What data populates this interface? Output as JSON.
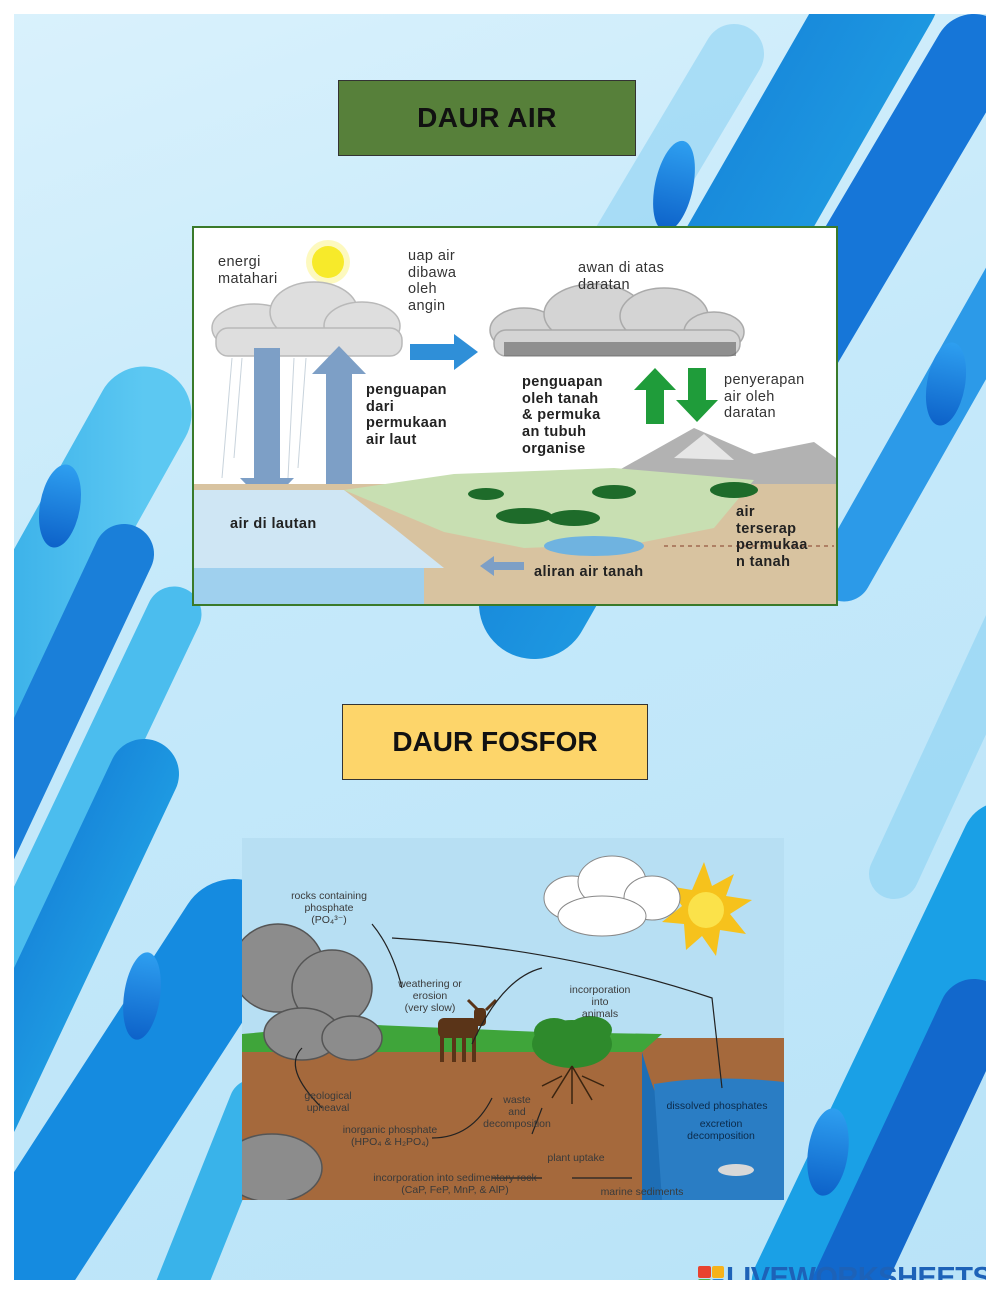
{
  "colors": {
    "title1_bg": "#57803a",
    "title2_bg": "#fdd56a",
    "page_bg": "#c5e9fa",
    "decor_blue": "#1b8fe0",
    "logo_blue": "#1d62b8"
  },
  "title1": "DAUR  AIR",
  "title2": "DAUR FOSFOR",
  "water_cycle": {
    "labels": {
      "energi": "energi\nmatahari",
      "uap": "uap air\ndibawa\noleh\nangin",
      "awan": "awan di atas\ndaratan",
      "penguapan_laut": "penguapan\ndari\npermukaan\nair laut",
      "penguapan_tanah": "penguapan\noleh tanah\n& permuka\nan tubuh\norganise",
      "penyerapan": "penyerapan\nair oleh\ndaratan",
      "air_lautan": "air di lautan",
      "terserap": "air\nterserap\npermukaa\nn tanah",
      "aliran": "aliran air tanah"
    }
  },
  "phosphorus_cycle": {
    "labels": {
      "rocks": "rocks containing\nphosphate\n(PO₄³⁻)",
      "weathering": "weathering or\nerosion\n(very slow)",
      "incorporation_animals": "incorporation\ninto\nanimals",
      "geological": "geological\nupheaval",
      "inorganic": "inorganic phosphate\n(HPO₄ & H₂PO₄)",
      "waste": "waste\nand\ndecomposition",
      "plant_uptake": "plant uptake",
      "dissolved": "dissolved phosphates",
      "excretion": "excretion\ndecomposition",
      "sedimentary": "incorporation into sedimentary rock\n(CaP, FeP, MnP, & AlP)",
      "marine": "marine sediments"
    }
  },
  "logo": {
    "text": "LIVEWORKSHEETS"
  }
}
